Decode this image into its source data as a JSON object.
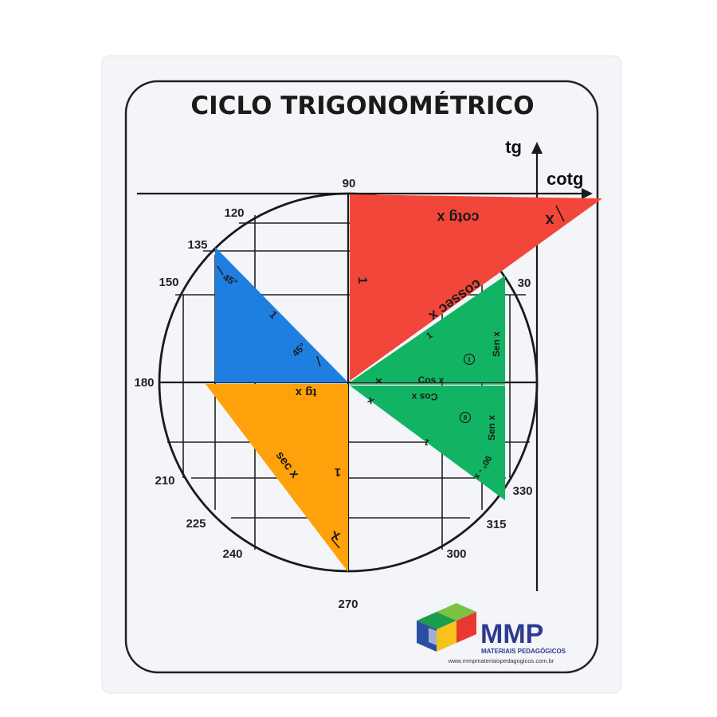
{
  "board": {
    "title": "CICLO TRIGONOMÉTRICO",
    "axis_tg": "tg",
    "axis_cotg": "cotg",
    "angles": {
      "a90": "90",
      "a120": "120",
      "a135": "135",
      "a150": "150",
      "a30": "30",
      "a180": "180",
      "a210": "210",
      "a225": "225",
      "a240": "240",
      "a270": "270",
      "a300": "300",
      "a315": "315",
      "a330": "330"
    }
  },
  "pieces": {
    "red": {
      "color": "#f2463a",
      "cotg": "cotg x",
      "cossec": "cossec x",
      "one_a": "1",
      "x_mark": "x"
    },
    "blue": {
      "color": "#1f7fe0",
      "deg_top": "45°",
      "deg_bottom": "45°",
      "one": "1"
    },
    "orange": {
      "color": "#ffa10a",
      "tg": "tg x",
      "sec": "sec x",
      "one": "1",
      "x_mark": "x"
    },
    "green": {
      "color": "#12b463",
      "upper_cos": "Cos x",
      "upper_sen": "Sen x",
      "upper_roman": "I",
      "upper_one": "1",
      "upper_x": "x",
      "lower_cos": "Cos x",
      "lower_sen": "Sen x",
      "lower_roman": "II",
      "lower_one": "1",
      "lower_x": "x",
      "lower_angle": "90° - x"
    }
  },
  "logo": {
    "brand": "MMP",
    "subtitle": "MATERIAIS PEDAGÓGICOS",
    "url": "www.mmpmateriaispedagogicos.com.br"
  }
}
